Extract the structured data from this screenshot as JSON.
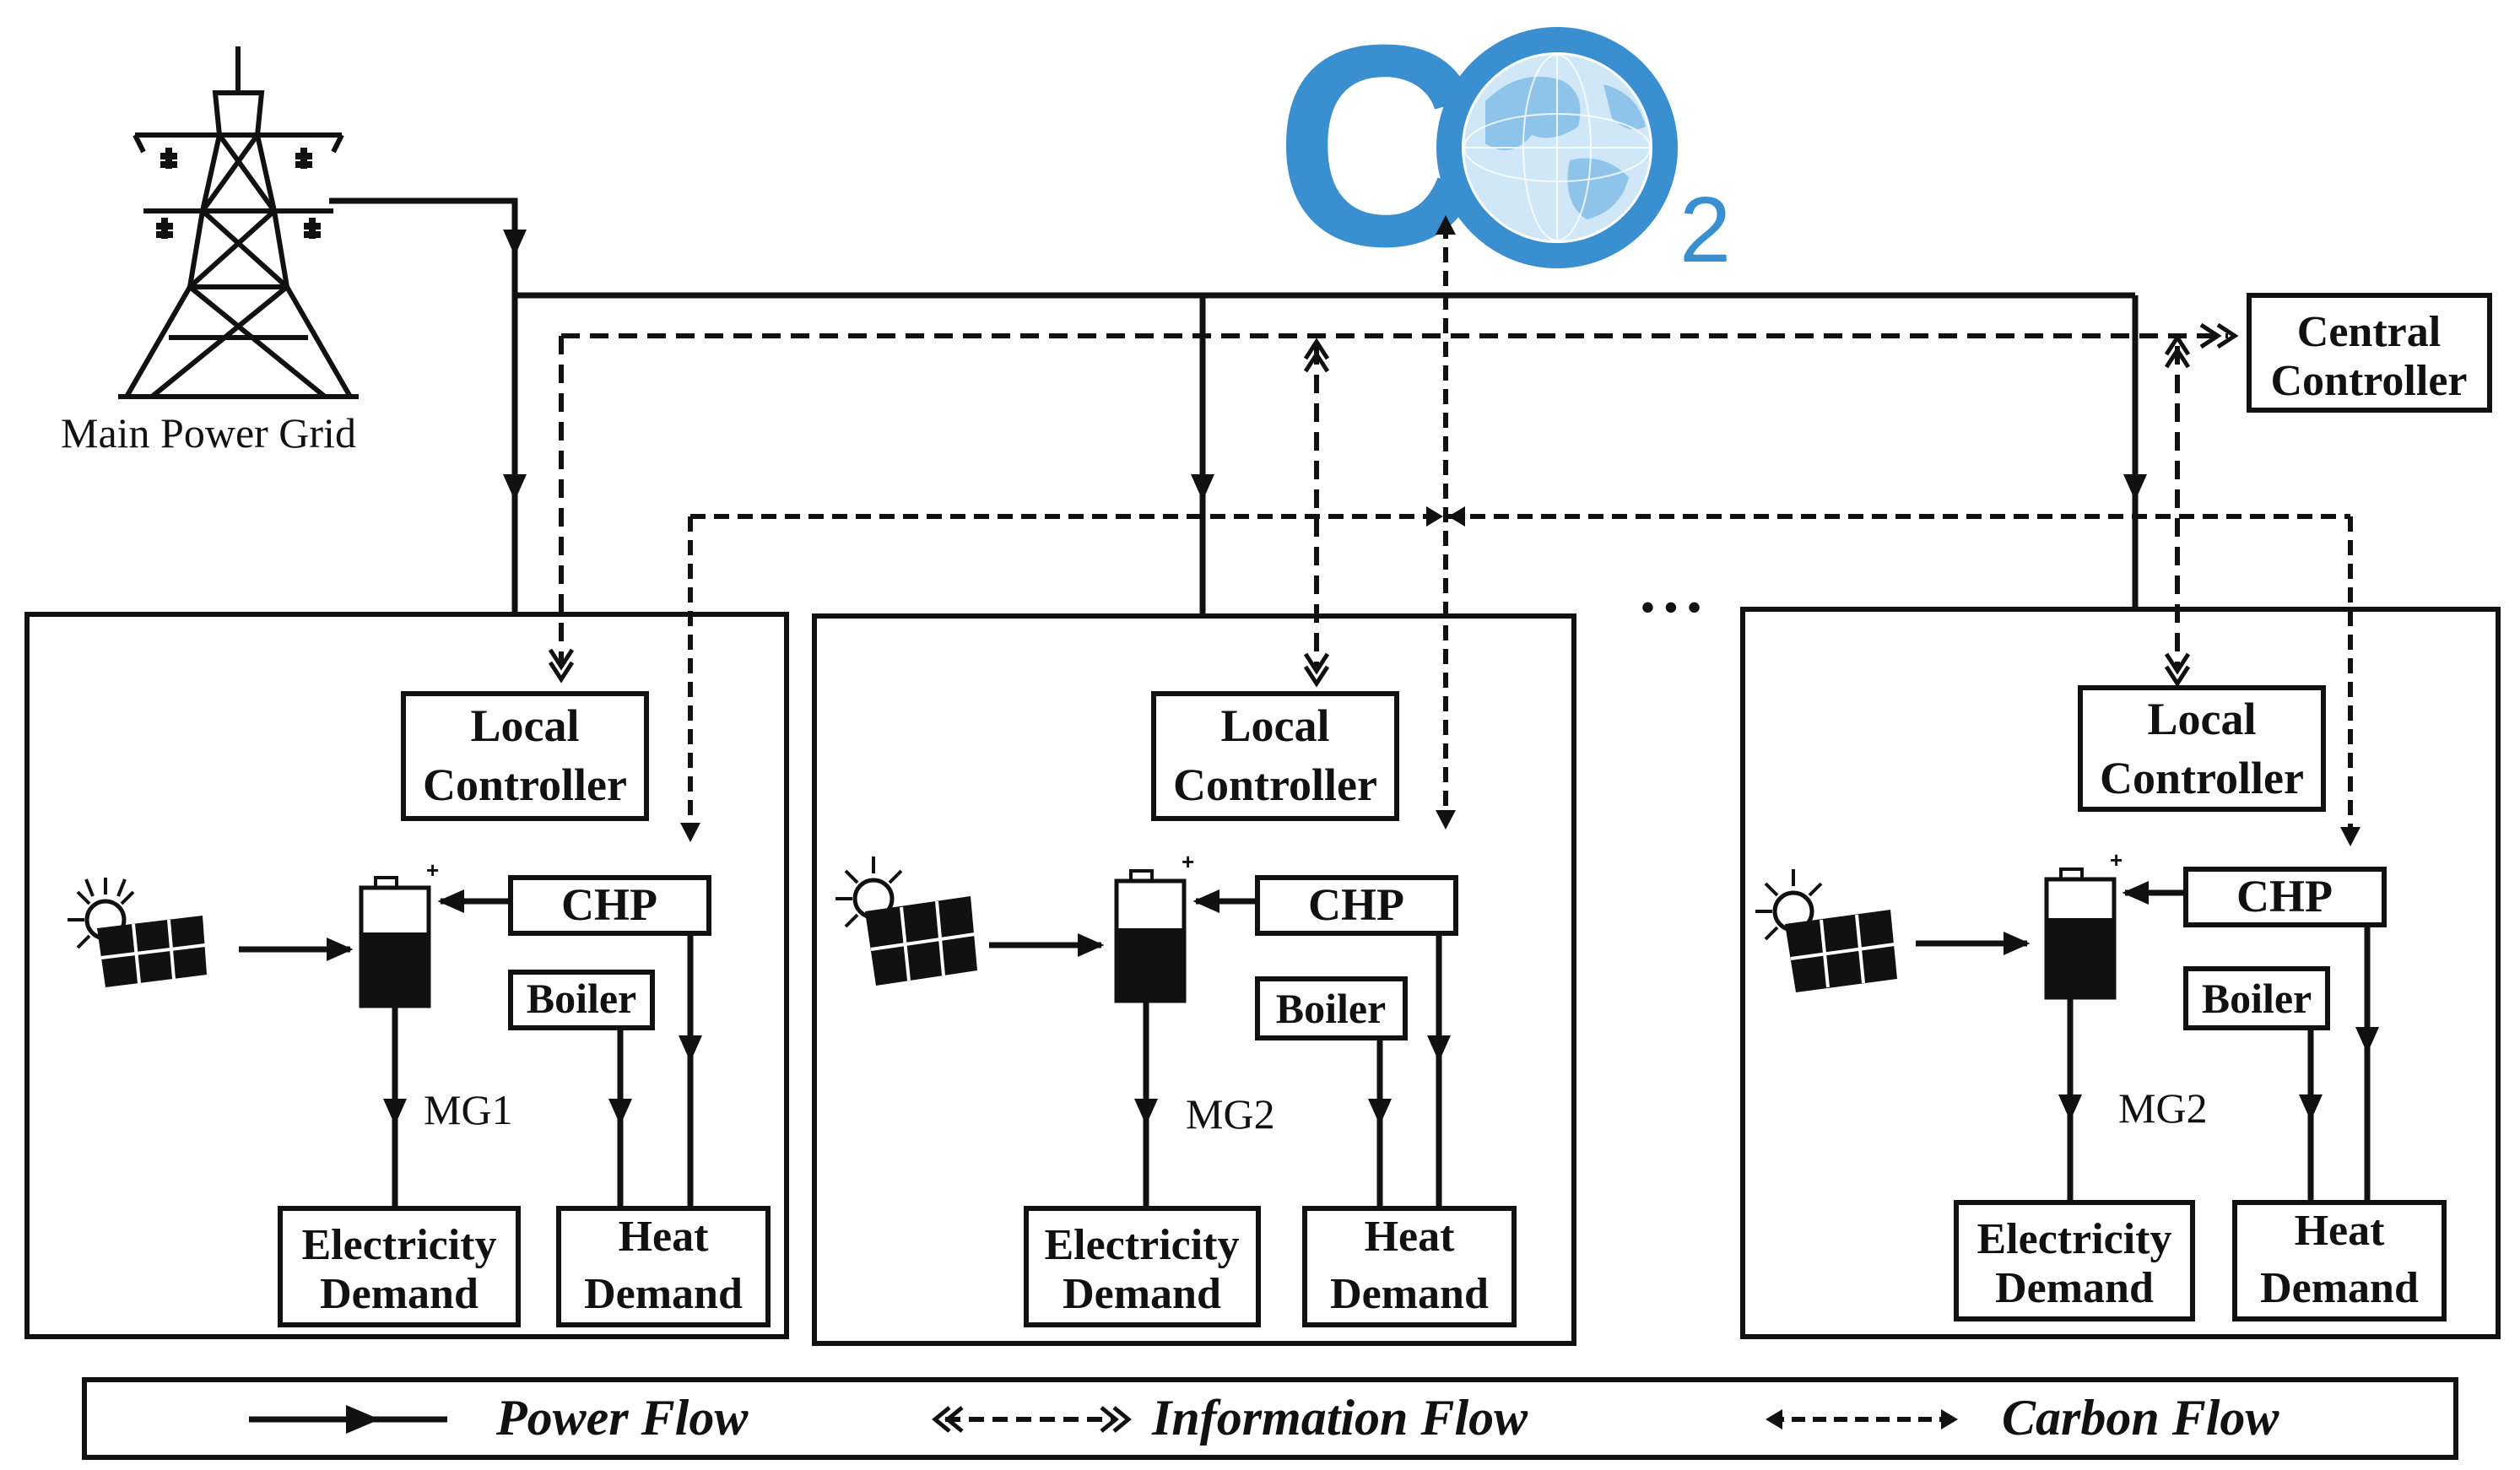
{
  "co2_logo": {
    "letter": "C",
    "subscript": "2",
    "color": "#3a8fd0"
  },
  "grid": {
    "label": "Main Power Grid"
  },
  "central_controller": {
    "line1": "Central",
    "line2": "Controller"
  },
  "ellipsis": "• • •",
  "microgrids": [
    {
      "name": "MG1",
      "local_controller": {
        "line1": "Local",
        "line2": "Controller"
      },
      "chp": "CHP",
      "boiler": "Boiler",
      "electricity_demand": {
        "line1": "Electricity",
        "line2": "Demand"
      },
      "heat_demand": {
        "line1": "Heat",
        "line2": "Demand"
      }
    },
    {
      "name": "MG2",
      "local_controller": {
        "line1": "Local",
        "line2": "Controller"
      },
      "chp": "CHP",
      "boiler": "Boiler",
      "electricity_demand": {
        "line1": "Electricity",
        "line2": "Demand"
      },
      "heat_demand": {
        "line1": "Heat",
        "line2": "Demand"
      }
    },
    {
      "name": "MG2",
      "local_controller": {
        "line1": "Local",
        "line2": "Controller"
      },
      "chp": "CHP",
      "boiler": "Boiler",
      "electricity_demand": {
        "line1": "Electricity",
        "line2": "Demand"
      },
      "heat_demand": {
        "line1": "Heat",
        "line2": "Demand"
      }
    }
  ],
  "legend": {
    "power_flow": "Power Flow",
    "information_flow": "Information Flow",
    "carbon_flow": "Carbon Flow"
  },
  "colors": {
    "line": "#111111",
    "logo_blue": "#3a8fd0",
    "globe_light": "#a9d3ef"
  }
}
